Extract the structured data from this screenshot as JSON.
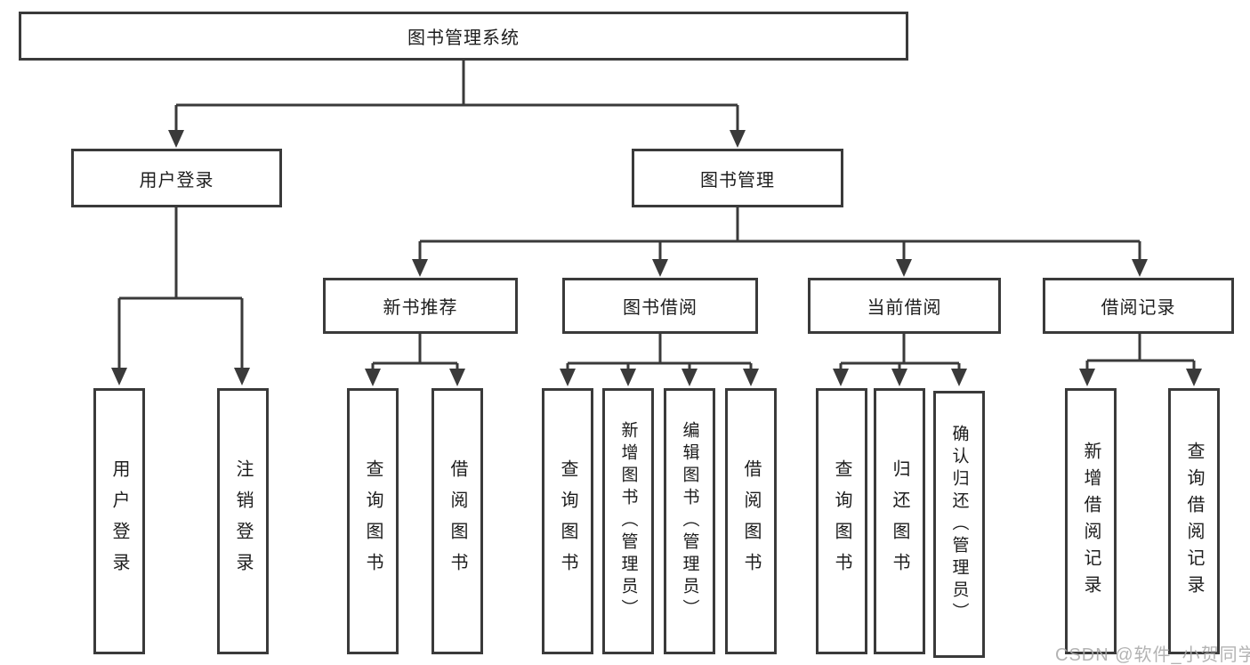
{
  "nodes": {
    "root": {
      "label": "图书管理系统"
    },
    "level2": [
      {
        "label": "用户登录"
      },
      {
        "label": "图书管理"
      }
    ],
    "level3": [
      {
        "label": "新书推荐",
        "parent": "图书管理"
      },
      {
        "label": "图书借阅",
        "parent": "图书管理"
      },
      {
        "label": "当前借阅",
        "parent": "图书管理"
      },
      {
        "label": "借阅记录",
        "parent": "图书管理"
      }
    ],
    "leaves": [
      {
        "label": "用户登录",
        "parent": "用户登录"
      },
      {
        "label": "注销登录",
        "parent": "用户登录"
      },
      {
        "label": "查询图书",
        "parent": "新书推荐"
      },
      {
        "label": "借阅图书",
        "parent": "新书推荐"
      },
      {
        "label": "查询图书",
        "parent": "图书借阅"
      },
      {
        "label": "新增图书（管理员）",
        "parent": "图书借阅"
      },
      {
        "label": "编辑图书（管理员）",
        "parent": "图书借阅"
      },
      {
        "label": "借阅图书",
        "parent": "图书借阅"
      },
      {
        "label": "查询图书",
        "parent": "当前借阅"
      },
      {
        "label": "归还图书",
        "parent": "当前借阅"
      },
      {
        "label": "确认归还（管理员）",
        "parent": "当前借阅"
      },
      {
        "label": "新增借阅记录",
        "parent": "借阅记录"
      },
      {
        "label": "查询借阅记录",
        "parent": "借阅记录"
      }
    ]
  },
  "watermark": {
    "text": "CSDN @软件_小贺同学"
  },
  "colors": {
    "line": "#3a3a3a",
    "box_border": "#3a3a3a",
    "text": "#1d1d1d",
    "watermark": "#a9a9a9",
    "background": "#ffffff"
  }
}
